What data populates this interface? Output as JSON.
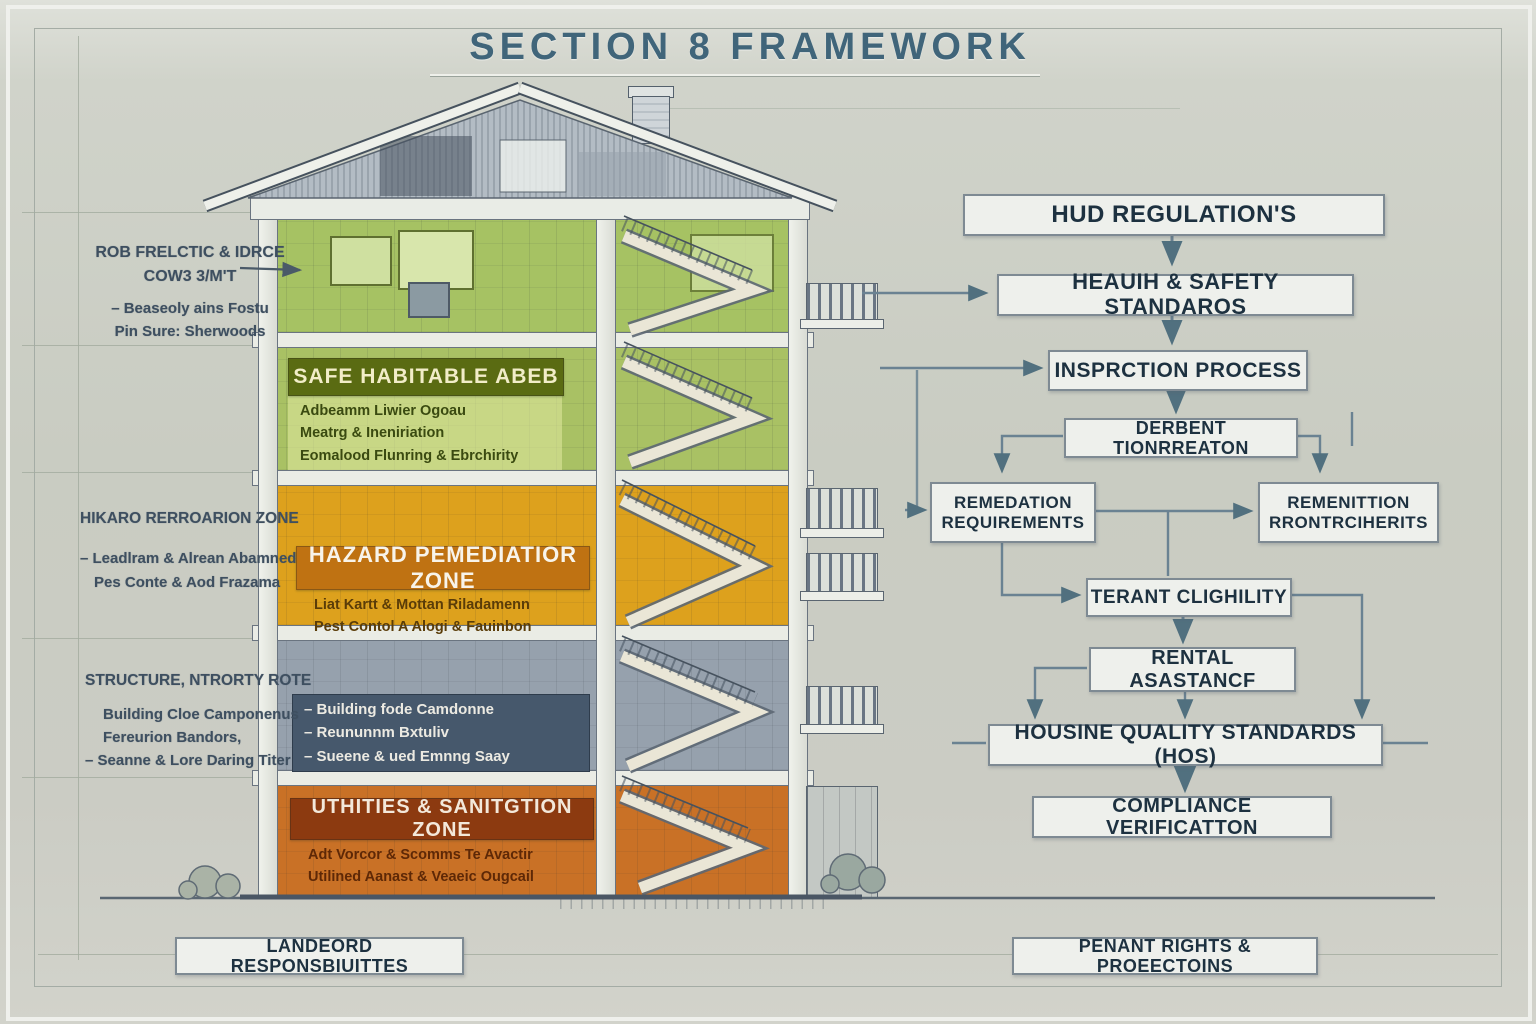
{
  "title": "SECTION 8 FRAMEWORK",
  "colors": {
    "title": "#40657a",
    "flow_box_bg": "#eef0ec",
    "flow_box_border": "#7e8a93",
    "flow_text": "#1d3140",
    "arrow": "#51707f",
    "zone_green": "#a6c263",
    "zone_green_band": "#5a6b12",
    "zone_amber": "#dda01b",
    "zone_amber_band": "#bf7212",
    "zone_gray": "#96a1ad",
    "zone_gray_band": "#46586c",
    "zone_rust": "#c97126",
    "zone_rust_band": "#8c3a10"
  },
  "left_labels": [
    {
      "heading": "ROB FRELCTIC & IDRCE",
      "subheading": "COW3 3/M'T",
      "lines": [
        "– Beaseoly ains Fostu",
        "Pin Sure: Sherwoods"
      ]
    },
    {
      "heading": "HIKARO RERROARION ZONE",
      "lines": [
        "– Leadlram & Alrean Abamned",
        "Pes Conte & Aod Frazama"
      ]
    },
    {
      "heading": "STRUCTURE, NTRORTY ROTE",
      "lines": [
        "Building Cloe Camponenus",
        "Fereurion Bandors,",
        "– Seanne & Lore Daring Titer"
      ]
    }
  ],
  "building": {
    "zones": [
      {
        "header": "SAFE HABITABLE ABEB",
        "lines": [
          "Adbeamm Liwier Ogoau",
          "Meatrg & Ineniriation",
          "Eomalood Flunring & Ebrchirity"
        ]
      },
      {
        "header": "HAZARD PEMEDIATIOR ZONE",
        "lines": [
          "Liat Kartt & Mottan Riladamenn",
          "Pest Contol A Alogi & Fauinbon"
        ]
      },
      {
        "lines": [
          "– Building fode Camdonne",
          "– Reununnm Bxtuliv",
          "– Sueene & ued Emnng Saay"
        ]
      },
      {
        "header": "UTHITIES & SANITGTION ZONE",
        "lines": [
          "Adt Vorcor & Scomms Te Avactir",
          "Utilined Aanast & Veaeic Ougcail"
        ]
      }
    ]
  },
  "flowchart": {
    "nodes": [
      {
        "id": "hud",
        "label": "HUD REGULATION'S"
      },
      {
        "id": "health",
        "label": "HEAUIH & SAFETY STANDAROS"
      },
      {
        "id": "inspection",
        "label": "INSPRCTION PROCESS"
      },
      {
        "id": "determination",
        "label": "DERBENT TIONRREATON"
      },
      {
        "id": "remediation-requirements",
        "label": "REMEDATION REQUIREMENTS"
      },
      {
        "id": "remediation-alt",
        "label": "REMENITTION RRONTRCIHERITS"
      },
      {
        "id": "tenant-eligibility",
        "label": "TERANT CLIGHILITY"
      },
      {
        "id": "rental-assistance",
        "label": "RENTAL ASASTANCF"
      },
      {
        "id": "hqs",
        "label": "HOUSINE QUALITY STANDARDS (HOS)"
      },
      {
        "id": "compliance",
        "label": "COMPLIANCE VERIFICATTON"
      }
    ]
  },
  "footer": {
    "left": "LANDEORD RESPONSBIUITTES",
    "right": "PENANT RIGHTS & PROEECTOINS"
  }
}
